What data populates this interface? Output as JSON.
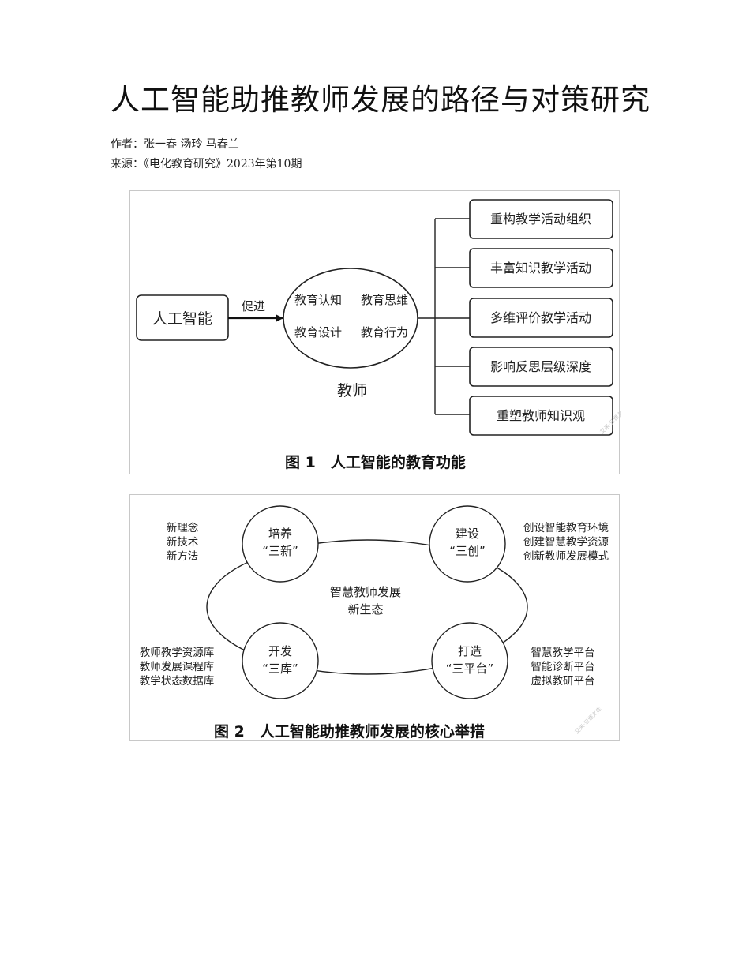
{
  "title": "人工智能助推教师发展的路径与对策研究",
  "authors_line": "作者：张一春 汤玲 马春兰",
  "source_line": "来源：《电化教育研究》2023年第10期",
  "figure1": {
    "left_box": "人工智能",
    "arrow_label": "促进",
    "ellipse_items": [
      "教育认知",
      "教育思维",
      "教育设计",
      "教育行为"
    ],
    "ellipse_label": "教师",
    "right_boxes": [
      "重构教学活动组织",
      "丰富知识教学活动",
      "多维评价教学活动",
      "影响反思层级深度",
      "重塑教师知识观"
    ],
    "caption": "图 1　人工智能的教育功能",
    "watermark": "艾米·云课文库"
  },
  "figure2": {
    "center_line1": "智慧教师发展",
    "center_line2": "新生态",
    "circles": [
      {
        "line1": "培养",
        "line2": "“三新”"
      },
      {
        "line1": "建设",
        "line2": "“三创”"
      },
      {
        "line1": "开发",
        "line2": "“三库”"
      },
      {
        "line1": "打造",
        "line2": "“三平台”"
      }
    ],
    "top_left_list": [
      "新理念",
      "新技术",
      "新方法"
    ],
    "top_right_list": [
      "创设智能教育环境",
      "创建智慧教学资源",
      "创新教师发展模式"
    ],
    "bottom_left_list": [
      "教师教学资源库",
      "教师发展课程库",
      "教学状态数据库"
    ],
    "bottom_right_list": [
      "智慧教学平台",
      "智能诊断平台",
      "虚拟教研平台"
    ],
    "caption": "图 2　人工智能助推教师发展的核心举措",
    "watermark": "艾米·云课文库"
  }
}
